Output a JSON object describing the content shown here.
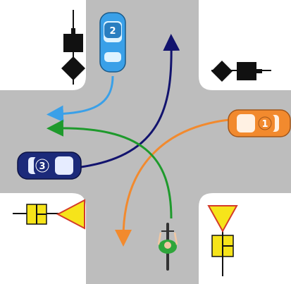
{
  "colors": {
    "road": "#bdbdbd",
    "background": "#ffffff",
    "car_1": "#f28a2e",
    "car_2": "#3aa0e8",
    "car_3": "#1c2a7a",
    "path_car_1": "#f28a2e",
    "path_car_2": "#3aa0e8",
    "path_car_3": "#12136e",
    "path_cyclist": "#1e9a2c",
    "priority_sign": "#f6e41a",
    "stop_sign": "#222222"
  },
  "vehicles": [
    {
      "id": "car-1",
      "label": "1",
      "color_key": "car_1",
      "heading": "west",
      "icon": "car-icon"
    },
    {
      "id": "car-2",
      "label": "2",
      "color_key": "car_2",
      "heading": "south",
      "icon": "car-icon"
    },
    {
      "id": "car-3",
      "label": "3",
      "color_key": "car_3",
      "heading": "east",
      "icon": "car-icon"
    },
    {
      "id": "cyclist",
      "label": "",
      "color_key": "path_cyclist",
      "heading": "north",
      "icon": "bicycle-icon"
    }
  ],
  "paths": [
    {
      "id": "car-1",
      "maneuver": "left-turn",
      "destination": "south"
    },
    {
      "id": "car-2",
      "maneuver": "right-turn",
      "destination": "west"
    },
    {
      "id": "car-3",
      "maneuver": "left-turn",
      "destination": "north"
    },
    {
      "id": "cyclist",
      "maneuver": "left-turn",
      "destination": "west"
    }
  ],
  "signs": [
    {
      "corner": "top-left",
      "type": "stop-sign-with-priority-road-plate",
      "icon": "stop-sign-icon"
    },
    {
      "corner": "top-right",
      "type": "stop-sign-with-priority-road-plate",
      "icon": "stop-sign-icon"
    },
    {
      "corner": "bottom-left",
      "type": "yield-sign-with-priority-road-plate",
      "icon": "yield-sign-icon"
    },
    {
      "corner": "bottom-right",
      "type": "yield-sign-with-priority-road-plate",
      "icon": "yield-sign-icon"
    }
  ]
}
